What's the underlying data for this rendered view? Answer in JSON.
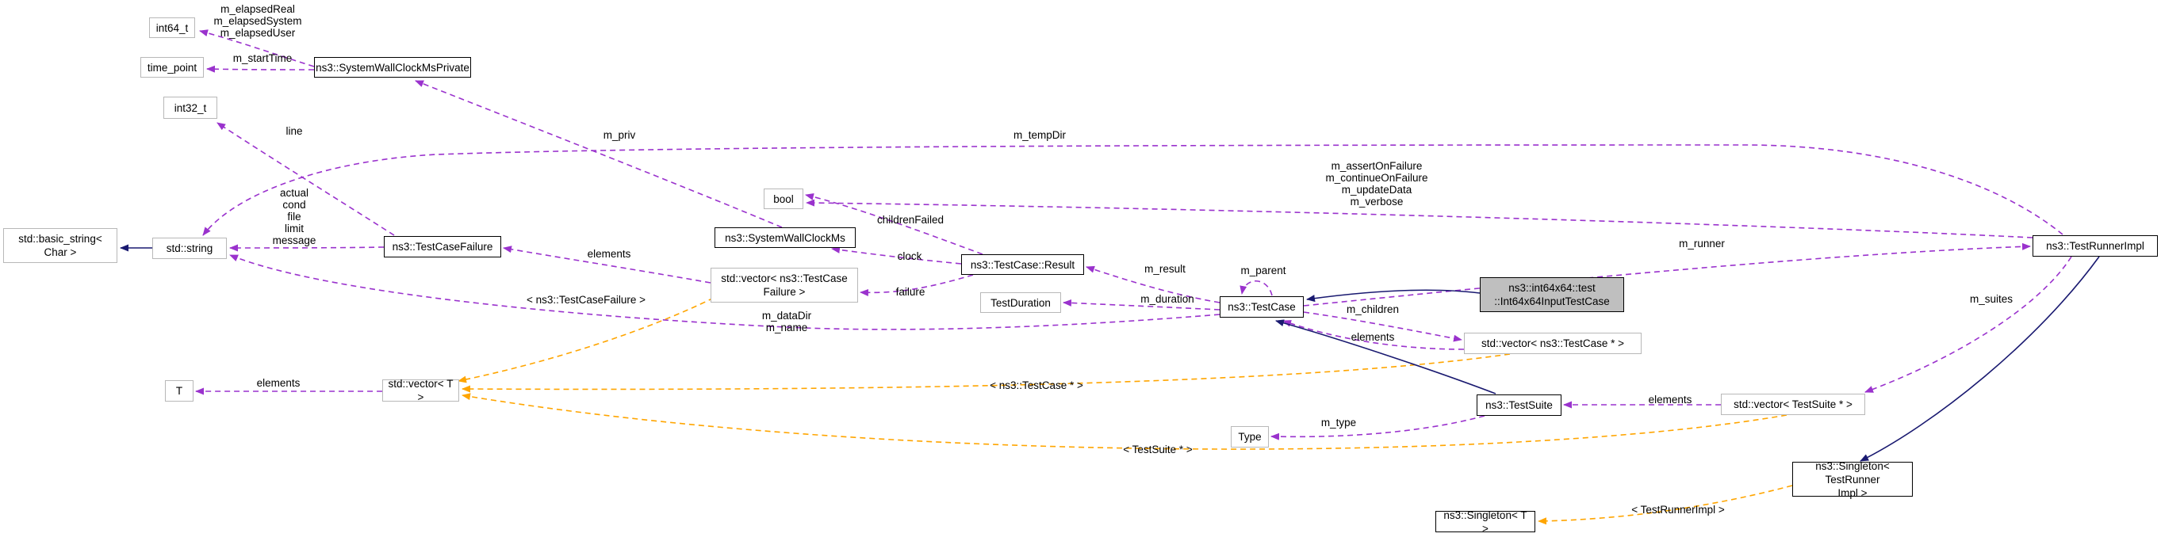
{
  "diagram": {
    "type": "doxygen-collaboration-graph",
    "focus_class": "ns3::int64x64::testInt64x64InputTestCase",
    "colors": {
      "member_edge": "#9a32cd",
      "template_edge": "#ffa500",
      "inheritance_edge": "#191970",
      "focus_node_fill": "#bfbfbf",
      "plain_border": "#b8b8b8",
      "bold_border": "#000000"
    },
    "nodes": {
      "int64_t": {
        "label": "int64_t"
      },
      "time_point": {
        "label": "time_point"
      },
      "system_wall_clock_ms_private": {
        "label": "ns3::SystemWallClockMsPrivate"
      },
      "int32_t": {
        "label": "int32_t"
      },
      "basic_string": {
        "label": "std::basic_string<\nChar >"
      },
      "std_string": {
        "label": "std::string"
      },
      "test_case_failure": {
        "label": "ns3::TestCaseFailure"
      },
      "bool": {
        "label": "bool"
      },
      "system_wall_clock_ms": {
        "label": "ns3::SystemWallClockMs"
      },
      "vector_test_case_failure": {
        "label": "std::vector< ns3::TestCase\nFailure >"
      },
      "test_case_result": {
        "label": "ns3::TestCase::Result"
      },
      "test_duration": {
        "label": "TestDuration"
      },
      "test_case": {
        "label": "ns3::TestCase"
      },
      "int64x64_input_test_case": {
        "label": "ns3::int64x64::test\n::Int64x64InputTestCase"
      },
      "vector_test_case_ptr": {
        "label": "std::vector< ns3::TestCase * >"
      },
      "test_runner_impl": {
        "label": "ns3::TestRunnerImpl"
      },
      "test_suite": {
        "label": "ns3::TestSuite"
      },
      "type": {
        "label": "Type"
      },
      "vector_test_suite_ptr": {
        "label": "std::vector< TestSuite * >"
      },
      "vector_t": {
        "label": "std::vector< T >"
      },
      "t": {
        "label": "T"
      },
      "singleton_test_runner_impl": {
        "label": "ns3::Singleton< TestRunner\nImpl >"
      },
      "singleton_t": {
        "label": "ns3::Singleton< T >"
      }
    },
    "edge_labels": {
      "m_elapsed": "m_elapsedReal\nm_elapsedSystem\nm_elapsedUser",
      "m_start_time": "m_startTime",
      "m_priv": "m_priv",
      "line": "line",
      "failure_fields": "actual\ncond\nfile\nlimit\nmessage",
      "elements_failure": "elements",
      "children_failed": "childrenFailed",
      "clock": "clock",
      "failure": "failure",
      "m_result": "m_result",
      "m_parent": "m_parent",
      "m_duration": "m_duration",
      "m_data_dir_name": "m_dataDir\nm_name",
      "m_temp_dir": "m_tempDir",
      "runner_flags": "m_assertOnFailure\nm_continueOnFailure\nm_updateData\nm_verbose",
      "m_runner": "m_runner",
      "m_suites": "m_suites",
      "m_children": "m_children",
      "elements_test_case": "elements",
      "elements_test_suite": "elements",
      "m_type": "m_type",
      "elements_t": "elements",
      "tmpl_test_case_failure": "< ns3::TestCaseFailure >",
      "tmpl_test_case_ptr": "< ns3::TestCase * >",
      "tmpl_test_suite_ptr": "< TestSuite * >",
      "tmpl_test_runner_impl": "< TestRunnerImpl >"
    }
  }
}
